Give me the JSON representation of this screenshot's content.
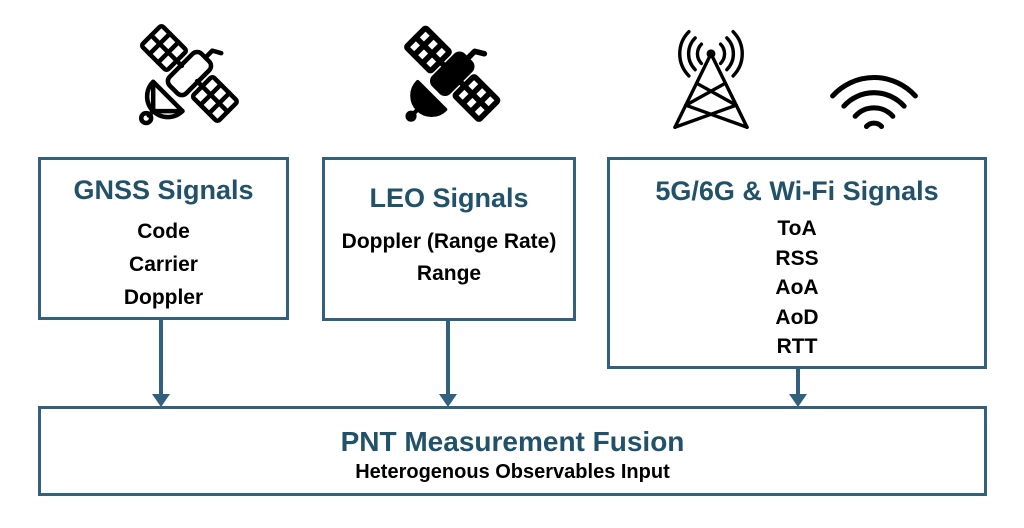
{
  "colors": {
    "accent_border": "#31617E",
    "heading_text": "#215269",
    "body_text": "#000000",
    "icon_color": "#000000"
  },
  "icons": {
    "gnss": "satellite-outline-icon",
    "leo": "satellite-filled-icon",
    "cellular": "cell-tower-icon",
    "wifi": "wifi-icon"
  },
  "boxes": [
    {
      "title": "GNSS Signals",
      "items": [
        "Code",
        "Carrier",
        "Doppler"
      ]
    },
    {
      "title": "LEO Signals",
      "items": [
        "Doppler (Range Rate)",
        "Range"
      ]
    },
    {
      "title": "5G/6G & Wi-Fi Signals",
      "items": [
        "ToA",
        "RSS",
        "AoA",
        "AoD",
        "RTT"
      ]
    }
  ],
  "fusion_box": {
    "title": "PNT Measurement Fusion",
    "subtitle": "Heterogenous Observables Input"
  }
}
